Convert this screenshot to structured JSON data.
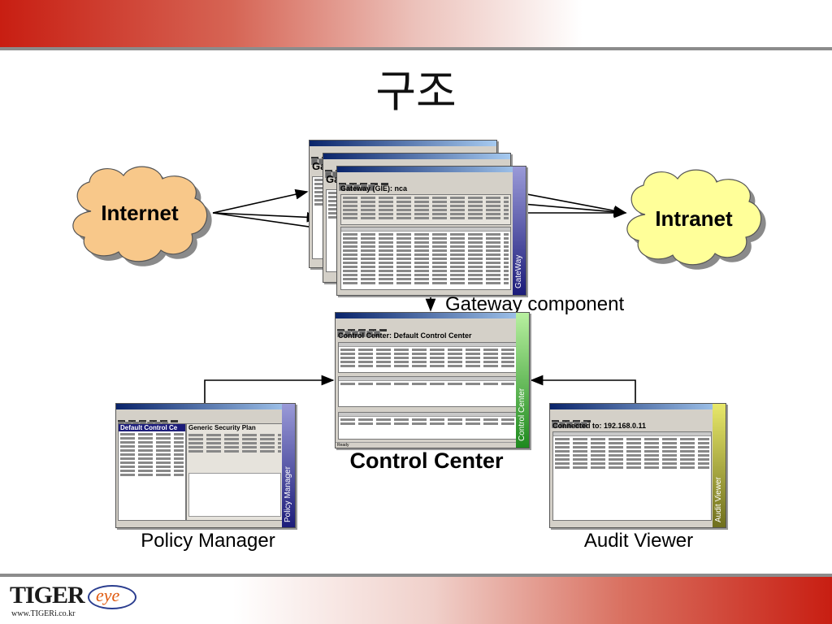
{
  "title": "구조",
  "clouds": {
    "internet": {
      "label": "Internet",
      "color": "#f8c88a"
    },
    "intranet": {
      "label": "Intranet",
      "color": "#ffff99"
    }
  },
  "captions": {
    "gateway_component": "Gateway component",
    "control_center": "Control Center",
    "policy_manager": "Policy Manager",
    "audit_viewer": "Audit Viewer"
  },
  "gateway_window": {
    "heading": "Gateway (GIE): nca",
    "menu": [
      "File",
      "Edit",
      "View",
      "Preferences",
      "Help"
    ],
    "side_label": "GateWay",
    "back_heading": "Gat"
  },
  "control_center_window": {
    "heading": "Control Center: Default Control Center",
    "menu": [
      "File",
      "Edit",
      "View",
      "Tools",
      "Help"
    ],
    "side_label": "Control Center",
    "status": "Ready"
  },
  "policy_manager_window": {
    "left_heading": "Default Control Ce",
    "right_heading": "Generic Security Plan",
    "side_label": "Policy Manager"
  },
  "audit_viewer_window": {
    "heading": "Connected to: 192.168.0.11",
    "side_label": "Audit Viewer"
  },
  "logo": {
    "brand": "TIGER",
    "eye": "eye",
    "url": "www.TIGERi.co.kr"
  },
  "colors": {
    "brand_red": "#c81e12",
    "strip_green": "#1e8a1e",
    "strip_navy": "#1c1c7a",
    "strip_olive": "#6f6f1e"
  }
}
